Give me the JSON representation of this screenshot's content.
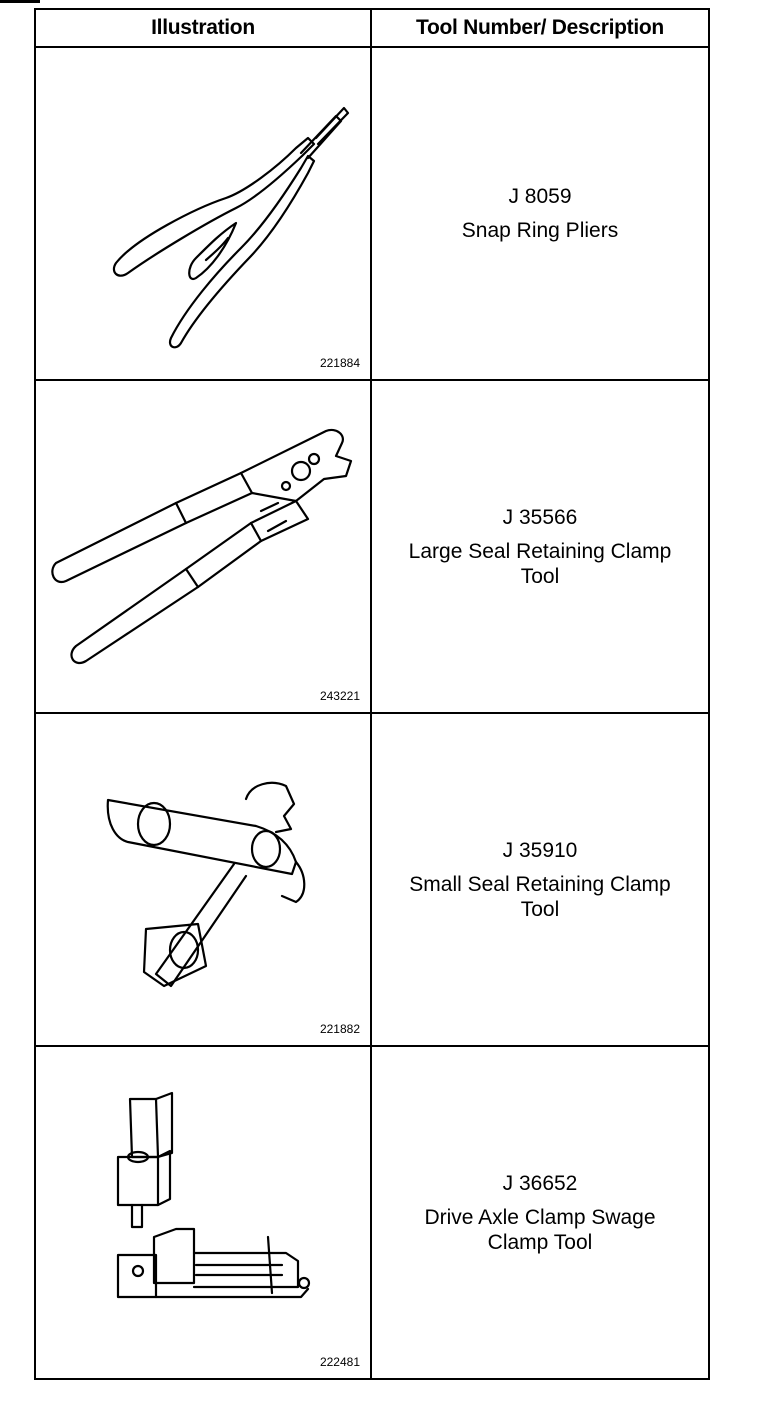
{
  "header": {
    "illustration": "Illustration",
    "tool_desc": "Tool Number/ Description"
  },
  "rows": [
    {
      "code": "221884",
      "tool_number": "J 8059",
      "description": "Snap Ring Pliers",
      "icon": "snap-ring-pliers-icon"
    },
    {
      "code": "243221",
      "tool_number": "J 35566",
      "description": "Large Seal Retaining Clamp Tool",
      "icon": "large-clamp-tool-icon"
    },
    {
      "code": "221882",
      "tool_number": "J 35910",
      "description": "Small Seal Retaining Clamp Tool",
      "icon": "small-clamp-tool-icon"
    },
    {
      "code": "222481",
      "tool_number": "J 36652",
      "description": "Drive Axle Clamp Swage Clamp Tool",
      "icon": "swage-clamp-tool-icon"
    }
  ]
}
